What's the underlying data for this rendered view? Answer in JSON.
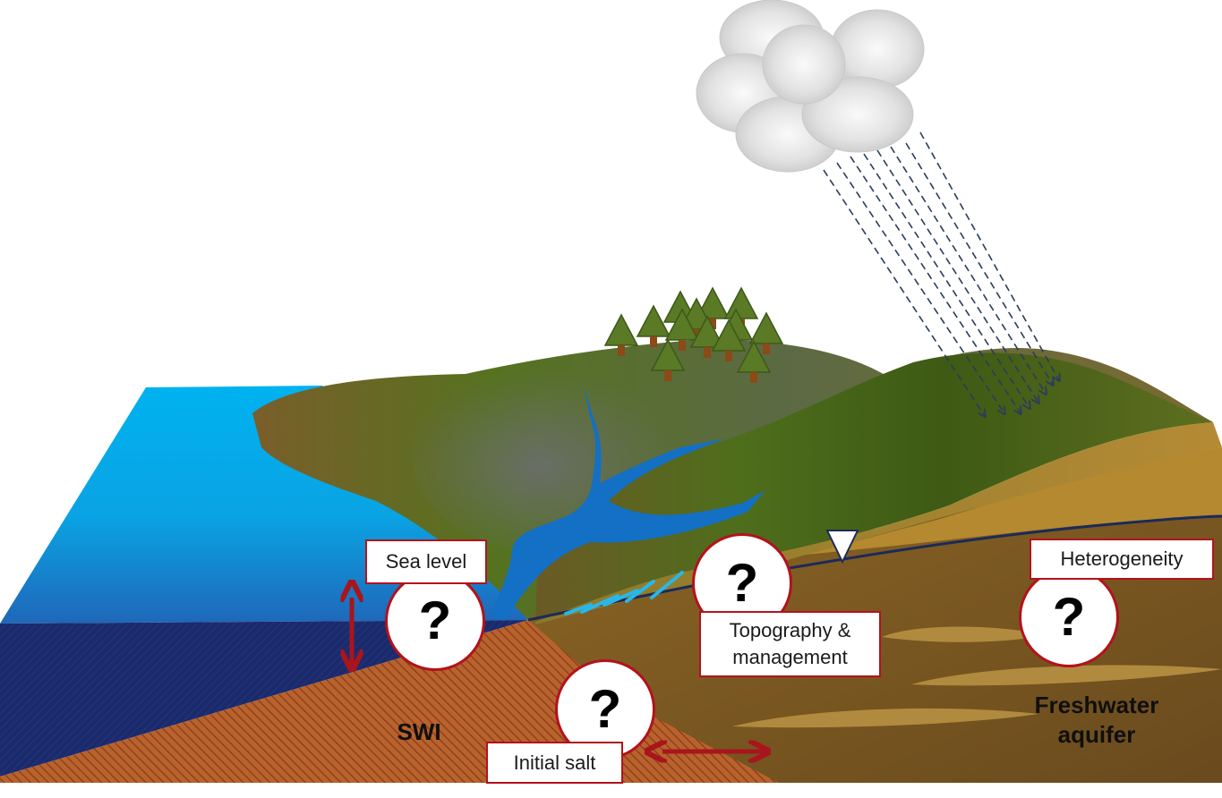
{
  "labels": {
    "sea_level": "Sea level",
    "heterogeneity": "Heterogeneity",
    "topography": "Topography &\nmanagement",
    "initial_salt": "Initial salt"
  },
  "zones": {
    "swi": "SWI",
    "freshwater": "Freshwater\naquifer"
  },
  "question_mark": "?",
  "colors": {
    "sea": "#00aeef",
    "deep_sea": "#1b2a6b",
    "saltwater_wedge": "#b5502a",
    "aquifer": "#7a5522",
    "aquifer_lens": "#b08a3e",
    "hills": "#4a6a1c",
    "river": "#1370c4",
    "trees": "#5a7a26",
    "accent_red": "#b3121b",
    "rain": "#2a3c5c",
    "water_table": "#1b2a5a"
  }
}
